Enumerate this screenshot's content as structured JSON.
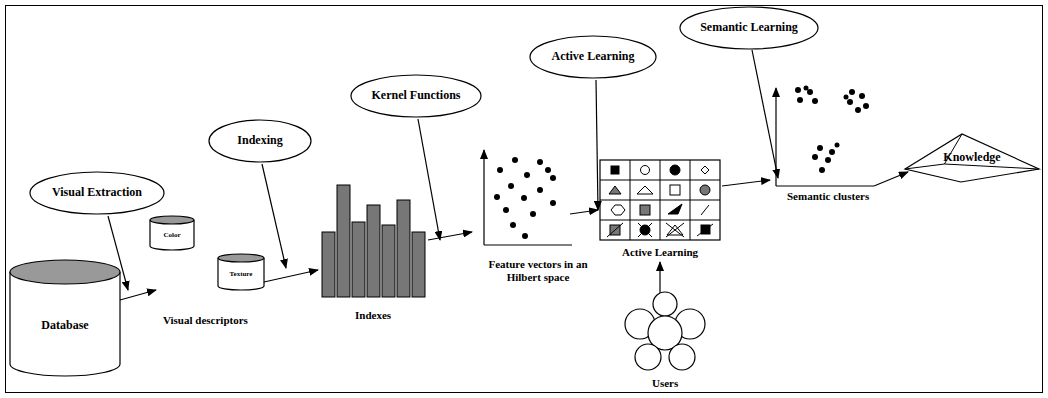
{
  "diagram": {
    "nodes": [
      {
        "text": [
          "Visual Extraction"
        ]
      },
      {
        "text": [
          "Indexing"
        ]
      },
      {
        "text": [
          "Kernel Functions"
        ]
      },
      {
        "text": [
          "Active Learning"
        ]
      },
      {
        "text": [
          "Semantic Learning"
        ]
      },
      {
        "text": [
          "Database"
        ]
      },
      {
        "text": [
          "Color"
        ]
      },
      {
        "text": [
          "Texture"
        ]
      },
      {
        "text": [
          "Knowledge"
        ]
      }
    ],
    "labels": [
      "Visual descriptors",
      "Indexes",
      "Feature vectors in an Hilbert space",
      "Active Learning",
      "Users",
      "Semantic clusters"
    ]
  }
}
